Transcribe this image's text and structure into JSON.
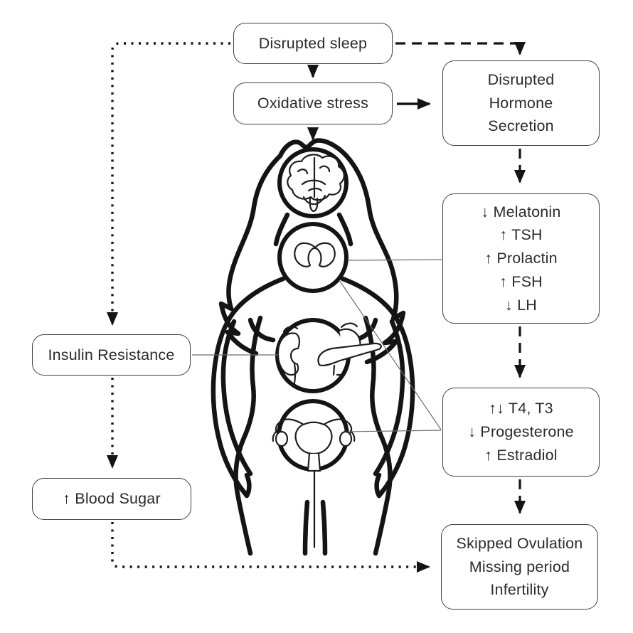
{
  "colors": {
    "ink": "#141414",
    "box_border": "#3f3f3f",
    "connector_line": "#6e6e6e",
    "background": "#ffffff"
  },
  "boxes": {
    "disrupted_sleep": {
      "label": "Disrupted sleep"
    },
    "oxidative_stress": {
      "label": "Oxidative stress"
    },
    "disrupted_hormone_secretion": {
      "lines": [
        "Disrupted",
        "Hormone",
        "Secretion"
      ]
    },
    "hormone_changes": {
      "lines": [
        "↓ Melatonin",
        "↑ TSH",
        "↑ Prolactin",
        "↑ FSH",
        "↓ LH"
      ]
    },
    "insulin_resistance": {
      "label": "Insulin Resistance"
    },
    "thyroid_sex_hormones": {
      "lines": [
        "↑↓ T4, T3",
        "↓ Progesterone",
        "↑ Estradiol"
      ]
    },
    "blood_sugar": {
      "label": "↑ Blood Sugar"
    },
    "outcomes": {
      "lines": [
        "Skipped Ovulation",
        "Missing period",
        "Infertility"
      ]
    }
  },
  "figure": {
    "kind": "female body outline with organ call-outs",
    "organ_icons": [
      "brain-icon",
      "thyroid-icon",
      "kidneys-pancreas-icon",
      "uterus-ovaries-icon"
    ]
  },
  "edges": [
    {
      "from": "disrupted_sleep",
      "to": "oxidative_stress",
      "style": "solid"
    },
    {
      "from": "oxidative_stress",
      "to": "disrupted_hormone_secretion",
      "style": "solid"
    },
    {
      "from": "oxidative_stress",
      "to": "brain",
      "style": "solid"
    },
    {
      "from": "disrupted_sleep",
      "to": "disrupted_hormone_secretion",
      "style": "dashed"
    },
    {
      "from": "disrupted_hormone_secretion",
      "to": "hormone_changes",
      "style": "dashed"
    },
    {
      "from": "hormone_changes",
      "to": "thyroid_sex_hormones",
      "style": "dashed"
    },
    {
      "from": "thyroid_sex_hormones",
      "to": "outcomes",
      "style": "dashed"
    },
    {
      "from": "disrupted_sleep",
      "to": "insulin_resistance",
      "style": "dotted"
    },
    {
      "from": "insulin_resistance",
      "to": "blood_sugar",
      "style": "dotted"
    },
    {
      "from": "blood_sugar",
      "to": "outcomes",
      "style": "dotted"
    },
    {
      "from": "thyroid",
      "to": "hormone_changes",
      "style": "thin"
    },
    {
      "from": "thyroid",
      "to": "thyroid_sex_hormones",
      "style": "thin"
    },
    {
      "from": "uterus",
      "to": "thyroid_sex_hormones",
      "style": "thin"
    },
    {
      "from": "insulin_resistance",
      "to": "kidneys_pancreas",
      "style": "thin"
    }
  ]
}
